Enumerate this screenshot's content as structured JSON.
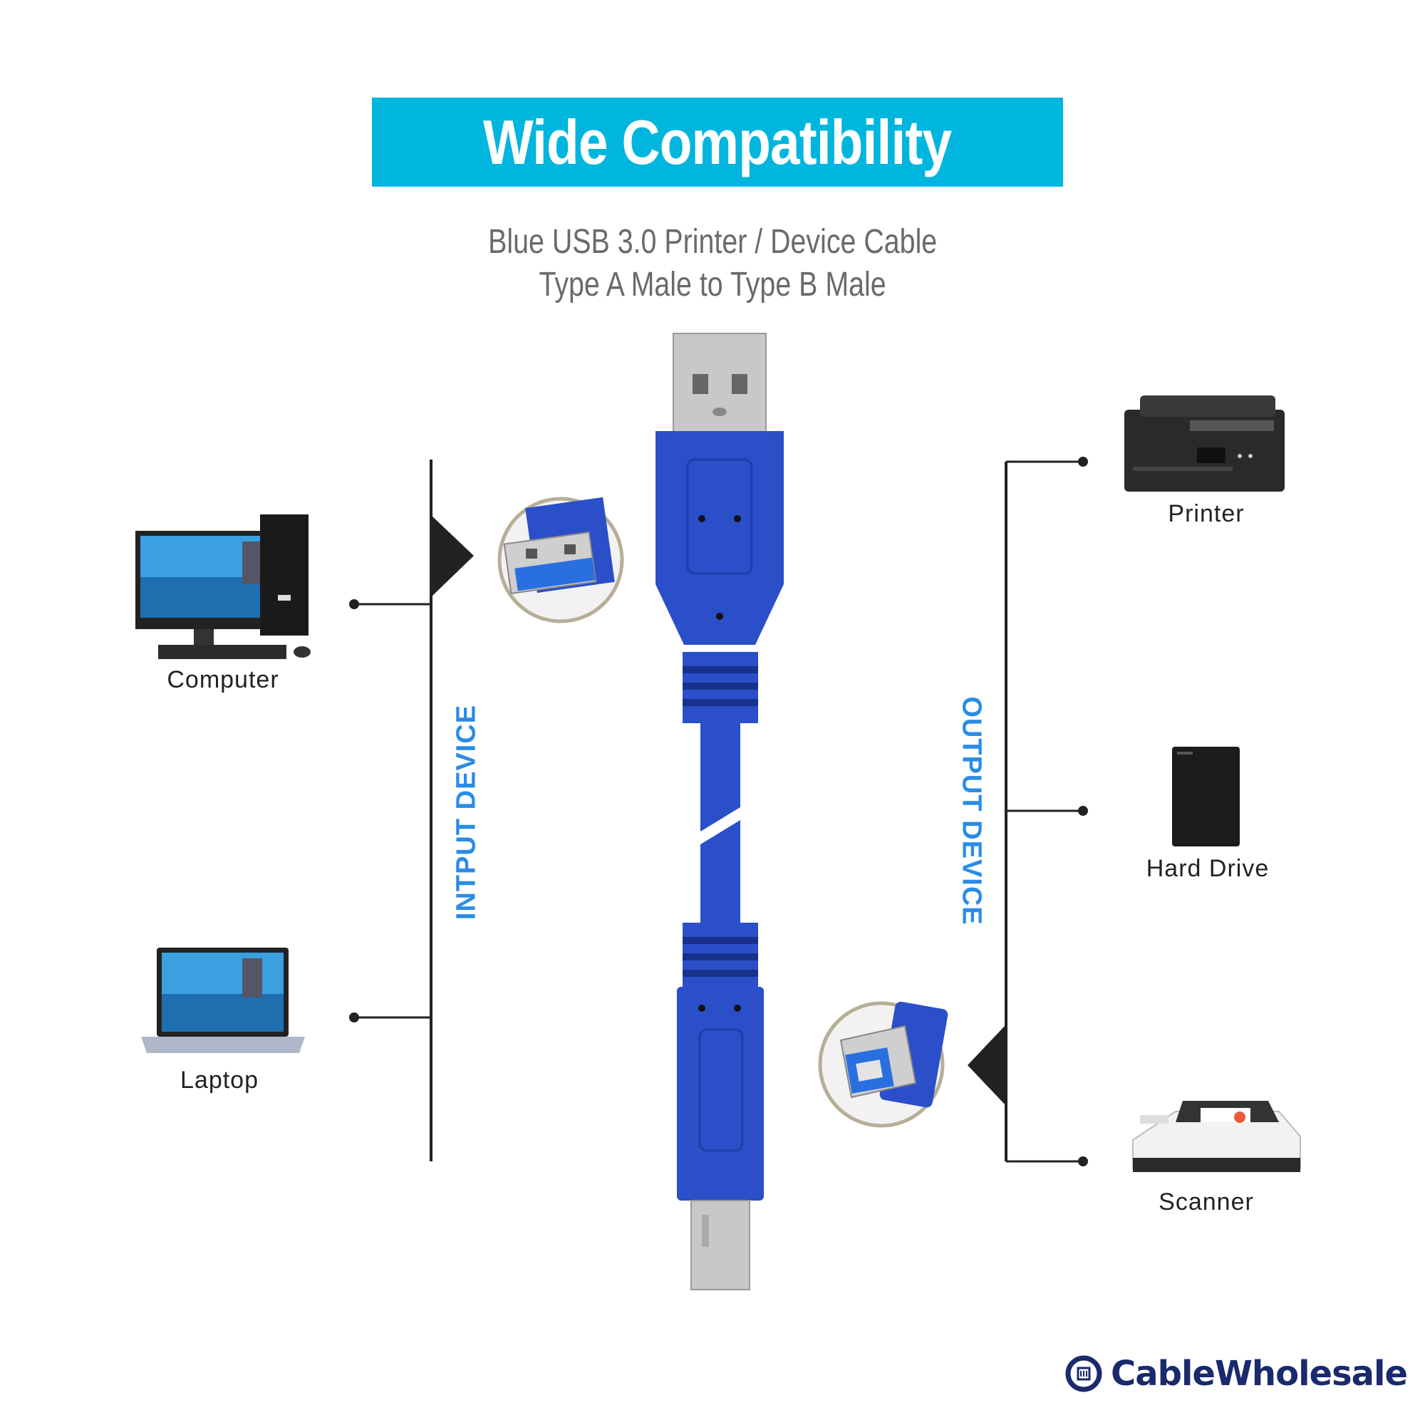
{
  "title": "Wide Compatibility",
  "subtitle": {
    "line1": "Blue USB 3.0 Printer / Device Cable",
    "line2": "Type A Male to Type B Male"
  },
  "input_side": {
    "label": "INTPUT DEVICE",
    "devices": [
      {
        "label": "Computer",
        "icon": "desktop-computer-icon"
      },
      {
        "label": "Laptop",
        "icon": "laptop-icon"
      }
    ]
  },
  "output_side": {
    "label": "OUTPUT DEVICE",
    "devices": [
      {
        "label": "Printer",
        "icon": "printer-icon"
      },
      {
        "label": "Hard Drive",
        "icon": "hard-drive-icon"
      },
      {
        "label": "Scanner",
        "icon": "scanner-icon"
      }
    ]
  },
  "brand": {
    "name": "CableWholesale"
  },
  "colors": {
    "banner": "#00b5de",
    "cable": "#2a4fc8",
    "label_blue": "#2a8ce6",
    "brand_navy": "#1a2a6c"
  }
}
